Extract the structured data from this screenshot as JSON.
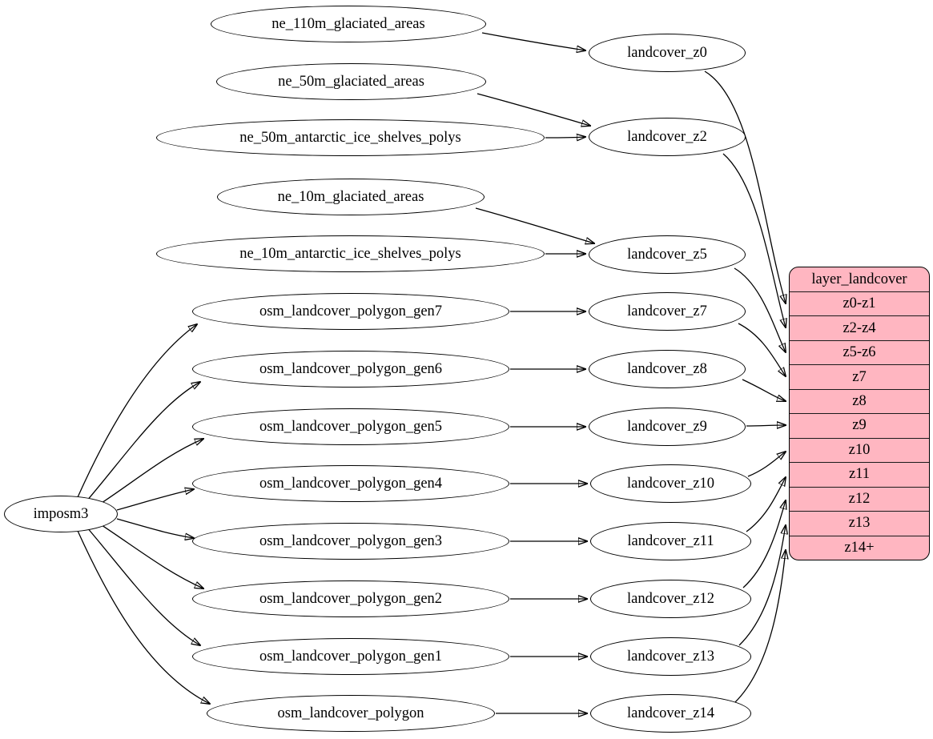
{
  "diagram": {
    "nodes": {
      "imposm3": "imposm3",
      "ne_110m_glaciated_areas": "ne_110m_glaciated_areas",
      "ne_50m_glaciated_areas": "ne_50m_glaciated_areas",
      "ne_50m_antarctic_ice_shelves_polys": "ne_50m_antarctic_ice_shelves_polys",
      "ne_10m_glaciated_areas": "ne_10m_glaciated_areas",
      "ne_10m_antarctic_ice_shelves_polys": "ne_10m_antarctic_ice_shelves_polys",
      "osm_landcover_polygon_gen7": "osm_landcover_polygon_gen7",
      "osm_landcover_polygon_gen6": "osm_landcover_polygon_gen6",
      "osm_landcover_polygon_gen5": "osm_landcover_polygon_gen5",
      "osm_landcover_polygon_gen4": "osm_landcover_polygon_gen4",
      "osm_landcover_polygon_gen3": "osm_landcover_polygon_gen3",
      "osm_landcover_polygon_gen2": "osm_landcover_polygon_gen2",
      "osm_landcover_polygon_gen1": "osm_landcover_polygon_gen1",
      "osm_landcover_polygon": "osm_landcover_polygon",
      "landcover_z0": "landcover_z0",
      "landcover_z2": "landcover_z2",
      "landcover_z5": "landcover_z5",
      "landcover_z7": "landcover_z7",
      "landcover_z8": "landcover_z8",
      "landcover_z9": "landcover_z9",
      "landcover_z10": "landcover_z10",
      "landcover_z11": "landcover_z11",
      "landcover_z12": "landcover_z12",
      "landcover_z13": "landcover_z13",
      "landcover_z14": "landcover_z14"
    },
    "record": {
      "title": "layer_landcover",
      "rows": [
        "z0-z1",
        "z2-z4",
        "z5-z6",
        "z7",
        "z8",
        "z9",
        "z10",
        "z11",
        "z12",
        "z13",
        "z14+"
      ]
    },
    "edges": [
      [
        "imposm3",
        "osm_landcover_polygon_gen7"
      ],
      [
        "imposm3",
        "osm_landcover_polygon_gen6"
      ],
      [
        "imposm3",
        "osm_landcover_polygon_gen5"
      ],
      [
        "imposm3",
        "osm_landcover_polygon_gen4"
      ],
      [
        "imposm3",
        "osm_landcover_polygon_gen3"
      ],
      [
        "imposm3",
        "osm_landcover_polygon_gen2"
      ],
      [
        "imposm3",
        "osm_landcover_polygon_gen1"
      ],
      [
        "imposm3",
        "osm_landcover_polygon"
      ],
      [
        "ne_110m_glaciated_areas",
        "landcover_z0"
      ],
      [
        "ne_50m_glaciated_areas",
        "landcover_z2"
      ],
      [
        "ne_50m_antarctic_ice_shelves_polys",
        "landcover_z2"
      ],
      [
        "ne_10m_glaciated_areas",
        "landcover_z5"
      ],
      [
        "ne_10m_antarctic_ice_shelves_polys",
        "landcover_z5"
      ],
      [
        "osm_landcover_polygon_gen7",
        "landcover_z7"
      ],
      [
        "osm_landcover_polygon_gen6",
        "landcover_z8"
      ],
      [
        "osm_landcover_polygon_gen5",
        "landcover_z9"
      ],
      [
        "osm_landcover_polygon_gen4",
        "landcover_z10"
      ],
      [
        "osm_landcover_polygon_gen3",
        "landcover_z11"
      ],
      [
        "osm_landcover_polygon_gen2",
        "landcover_z12"
      ],
      [
        "osm_landcover_polygon_gen1",
        "landcover_z13"
      ],
      [
        "osm_landcover_polygon",
        "landcover_z14"
      ],
      [
        "landcover_z0",
        "layer_landcover.z0-z1"
      ],
      [
        "landcover_z2",
        "layer_landcover.z2-z4"
      ],
      [
        "landcover_z5",
        "layer_landcover.z5-z6"
      ],
      [
        "landcover_z7",
        "layer_landcover.z7"
      ],
      [
        "landcover_z8",
        "layer_landcover.z8"
      ],
      [
        "landcover_z9",
        "layer_landcover.z9"
      ],
      [
        "landcover_z10",
        "layer_landcover.z10"
      ],
      [
        "landcover_z11",
        "layer_landcover.z11"
      ],
      [
        "landcover_z12",
        "layer_landcover.z12"
      ],
      [
        "landcover_z13",
        "layer_landcover.z13"
      ],
      [
        "landcover_z14",
        "layer_landcover.z14+"
      ]
    ],
    "colors": {
      "record_fill": "#ffb6c1",
      "node_fill": "#ffffff",
      "stroke": "#000000",
      "background": "#ffffff"
    }
  }
}
